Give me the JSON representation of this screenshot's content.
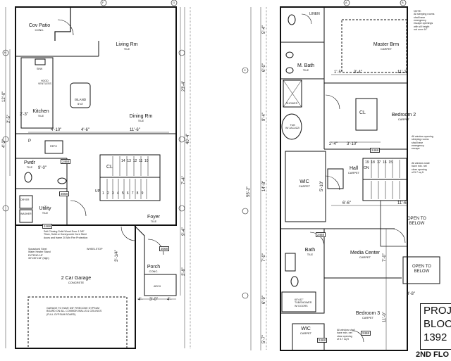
{
  "floor1": {
    "rooms": {
      "cov_patio": {
        "name": "Cov Patio",
        "sub": "CONC."
      },
      "living": {
        "name": "Living Rm",
        "sub": "TILE"
      },
      "kitchen": {
        "name": "Kitchen",
        "sub": "TILE"
      },
      "island": {
        "name": "ISLAND",
        "sub": "5'x3'"
      },
      "dining": {
        "name": "Dining Rm",
        "sub": "TILE"
      },
      "pwdr": {
        "name": "Pwdr",
        "sub": "TILE"
      },
      "utility": {
        "name": "Utility",
        "sub": "TILE"
      },
      "foyer": {
        "name": "Foyer",
        "sub": "TILE"
      },
      "porch": {
        "name": "Porch",
        "sub": "CONC."
      },
      "garage": {
        "name": "2 Car Garage",
        "sub": "CONCRETE"
      }
    },
    "fixtures": {
      "hood": "HOOD\nVENTLESS",
      "sink": "SINK",
      "refrigerator": "REFG",
      "pantry": "P",
      "closet": "CL",
      "dryer": "DRYER",
      "washer": "WASHER",
      "up": "UP",
      "arch": "ARCH"
    },
    "stair_numbers": [
      "14",
      "13",
      "12",
      "11",
      "10"
    ],
    "stair_numbers_2": [
      "1",
      "2",
      "3",
      "4",
      "5",
      "6",
      "7",
      "8",
      "9"
    ],
    "door_tags": [
      "2468",
      "3068",
      "2468",
      "3068"
    ],
    "dimensions": {
      "kitchen_a": "4'-10\"",
      "kitchen_b": "4'-6\"",
      "dining_w": "11'-6\"",
      "pwdr_w": "9'-0\"",
      "left_a": "12'-0\"",
      "left_b": "2'-5\"",
      "left_c": "4'-2\"",
      "right_a": "23'-4\"",
      "right_b": "7'-4\"",
      "right_c": "9'-4\"",
      "right_d": "3'-8\"",
      "overall": "40'-4\"",
      "porch_a": "3'-0\"",
      "porch_b": "4'-",
      "porch_c": "4'-",
      "small_a": "2'-3\"",
      "foyer_v": "3'-1/4\""
    },
    "notes": {
      "door_note": "Self-Closing Solid Wood Door 1 3/8\"\nThick, Solid or Honeycomb Core Steel\ndoors and frame 20 Min Fire Protection",
      "water_heater": "Sonastoed Steel\nWater Heater Stand\nEXTEND 18\"\n30\"x30\"x18\" (high)",
      "wheelstop": "WHEELSTOP",
      "gypsum": "GARAGE TO HAVE 5/8\" FIRECODE GYPSUM\nBOARD ON ALL COMMON WALLS & CEILINGS\n(FULL GYPSUM BOARD)"
    },
    "section_marks": [
      "F",
      "G",
      "H"
    ]
  },
  "floor2": {
    "rooms": {
      "master_brm": {
        "name": "Master Brm",
        "sub": "CARPET"
      },
      "m_bath": {
        "name": "M. Bath",
        "sub": "TILE"
      },
      "bedroom2": {
        "name": "Bedroom 2",
        "sub": "CARPET"
      },
      "wic1": {
        "name": "WIC",
        "sub": "CARPET"
      },
      "hall": {
        "name": "Hall",
        "sub": "CARPET"
      },
      "bath": {
        "name": "Bath",
        "sub": "TILE"
      },
      "media": {
        "name": "Media Center",
        "sub": "CARPET"
      },
      "bedroom3": {
        "name": "Bedroom 3",
        "sub": "CARPET"
      },
      "wic2": {
        "name": "WIC",
        "sub": "CARPET"
      }
    },
    "fixtures": {
      "linen": "LINEN",
      "shower": "SHOWER",
      "tub": "TUB\nW/ JACUZZI",
      "closet": "CL",
      "open_below_1": "OPEN TO\nBELOW",
      "open_below_2": "OPEN TO\nBELOW",
      "on": "ON",
      "tub2": "60\"x32\"\nTUB/SHOWER\nW/ DOORS"
    },
    "stair_numbers": [
      "19",
      "18",
      "17",
      "16",
      "15"
    ],
    "door_tags": [
      "2468",
      "2468",
      "2468",
      "2468"
    ],
    "dimensions": {
      "mb_a": "1'-5\"",
      "mb_b": "3'-4\"",
      "mb_c": "11'-2\"",
      "hall_a": "2'-4\"",
      "hall_b": "3'-10\"",
      "hall_c": "6'-6\"",
      "hall_d": "11'-6\"",
      "wic_v": "5'-10\"",
      "left_a": "5'-4\"",
      "left_b": "6'-0\"",
      "left_c": "9'-4\"",
      "left_d": "14'-8\"",
      "left_e": "7'-0\"",
      "left_f": "6'-9\"",
      "left_g": "5'-7\"",
      "overall": "55'-2\"",
      "media_v": "7'-0\"",
      "bed3_v": "11'-0\"",
      "bottom": "3'-8\""
    },
    "notes": {
      "egress": "NOTE:\nAll sleeping rooms\nshall have\nemergency\nescape openings\nwith sill height\nnot over 44\"",
      "egress2": "All window opening\nsleeping rooms\nshall have\nemergency\nescape",
      "egress3": "All window shall\nhave min. net\nclear opening\nof 5.7 sq ft",
      "egress4": "All window shall\nhave min. net\nclear opening\nof 5.7 sq ft"
    },
    "section_marks": [
      "A",
      "B",
      "C"
    ]
  },
  "title_block": {
    "line1": "PROJ",
    "line2": "BLOC",
    "line3": "1392",
    "sheet": "2ND FLO"
  }
}
